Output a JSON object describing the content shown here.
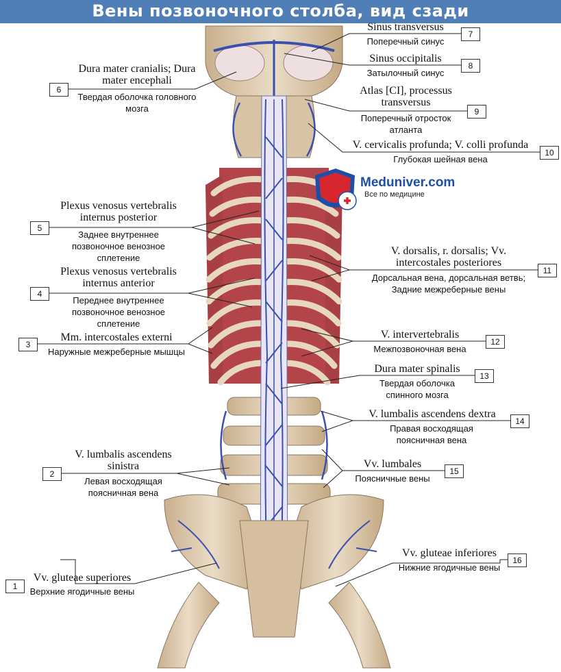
{
  "title": "Вены позвоночного столба, вид сзади",
  "brand": {
    "name": "Meduniver.com",
    "tagline": "Все по медицине",
    "color": "#1e4fa8",
    "accent": "#d8262e"
  },
  "colors": {
    "header": "#4f7fb6",
    "bone": "#d8c4a8",
    "muscle": "#b2444a",
    "vein": "#3a4fb0"
  },
  "labels": [
    {
      "num": "1",
      "lat": "Vv. gluteae superiores",
      "rus": "Верхние ягодичные вены"
    },
    {
      "num": "2",
      "lat": "V. lumbalis ascendens sinistra",
      "rus": "Левая восходящая поясничная вена"
    },
    {
      "num": "3",
      "lat": "Mm. intercostales externi",
      "rus": "Наружные межреберные мышцы"
    },
    {
      "num": "4",
      "lat": "Plexus venosus vertebralis internus anterior",
      "rus": "Переднее внутреннее позвоночное венозное сплетение"
    },
    {
      "num": "5",
      "lat": "Plexus venosus vertebralis internus posterior",
      "rus": "Заднее внутреннее позвоночное венозное сплетение"
    },
    {
      "num": "6",
      "lat": "Dura mater cranialis; Dura mater encephali",
      "rus": "Твердая оболочка головного мозга"
    },
    {
      "num": "7",
      "lat": "Sinus transversus",
      "rus": "Поперечный синус"
    },
    {
      "num": "8",
      "lat": "Sinus occipitalis",
      "rus": "Затылочный синус"
    },
    {
      "num": "9",
      "lat": "Atlas [CI], processus transversus",
      "rus": "Поперечный отросток атланта"
    },
    {
      "num": "10",
      "lat": "V. cervicalis profunda; V. colli profunda",
      "rus": "Глубокая шейная вена"
    },
    {
      "num": "11",
      "lat": "V. dorsalis, r. dorsalis; Vv. intercostales posteriores",
      "rus": "Дорсальная вена, дорсальная ветвь; Задние межреберные вены"
    },
    {
      "num": "12",
      "lat": "V. intervertebralis",
      "rus": "Межпозвоночная вена"
    },
    {
      "num": "13",
      "lat": "Dura mater spinalis",
      "rus": "Твердая оболочка спинного мозга"
    },
    {
      "num": "14",
      "lat": "V. lumbalis ascendens dextra",
      "rus": "Правая восходящая поясничная вена"
    },
    {
      "num": "15",
      "lat": "Vv. lumbales",
      "rus": "Поясничные вены"
    },
    {
      "num": "16",
      "lat": "Vv. gluteae inferiores",
      "rus": "Нижние ягодичные вены"
    }
  ]
}
